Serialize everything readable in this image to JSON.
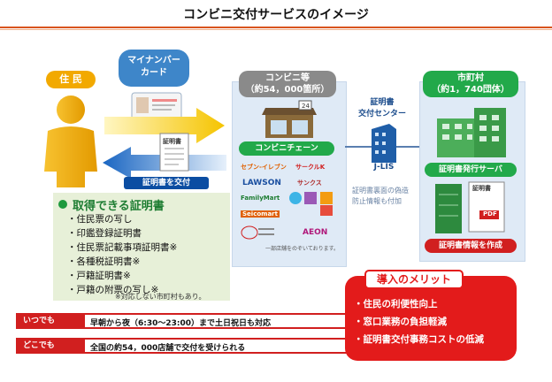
{
  "title": "コンビニ交付サービスのイメージ",
  "resident": {
    "label": "住 民"
  },
  "mynumber": {
    "line1": "マイナンバー",
    "line2": "カード"
  },
  "certificate_doc": {
    "label": "証明書"
  },
  "certificate_send": {
    "label": "証明書を交付"
  },
  "store": {
    "head_line1": "コンビニ等",
    "head_line2": "（約54，000箇所）",
    "chain_label": "コンビニチェーン",
    "logos": [
      "セブン-イレブン",
      "サークルK",
      "LAWSON",
      "サンクス",
      "FamilyMart",
      "Seicomart",
      "AEON"
    ],
    "footnote": "一部店舗をのぞいております。"
  },
  "center": {
    "label_line1": "証明書",
    "label_line2": "交付センター",
    "system": "J-LIS",
    "forgery_note": "証明書裏面の偽造防止情報も付加"
  },
  "city": {
    "head_line1": "市町村",
    "head_line2": "（約1，740団体）",
    "server_label": "証明書発行サーバ",
    "doc_label": "証明書",
    "pdf_label": "PDF",
    "create_label": "証明書情報を作成"
  },
  "certs": {
    "title": "取得できる証明書",
    "items": [
      "・住民票の写し",
      "・印鑑登録証明書",
      "・住民票記載事項証明書※",
      "・各種税証明書※",
      "・戸籍証明書※",
      "・戸籍の附票の写し※"
    ],
    "note": "※対応しない市町村もあり。"
  },
  "bars": [
    {
      "tag": "いつでも",
      "text": "早朝から夜（6:30～23:00）まで土日祝日も対応"
    },
    {
      "tag": "どこでも",
      "text": "全国の約54，000店舗で交付を受けられる"
    }
  ],
  "merit": {
    "title": "導入のメリット",
    "items": [
      "・住民の利便性向上",
      "・窓口業務の負担軽減",
      "・証明書交付事務コストの低減"
    ]
  },
  "colors": {
    "accent_red": "#d11f1f",
    "green": "#22a94a",
    "blue": "#0b4da2",
    "orange": "#f2a900"
  }
}
